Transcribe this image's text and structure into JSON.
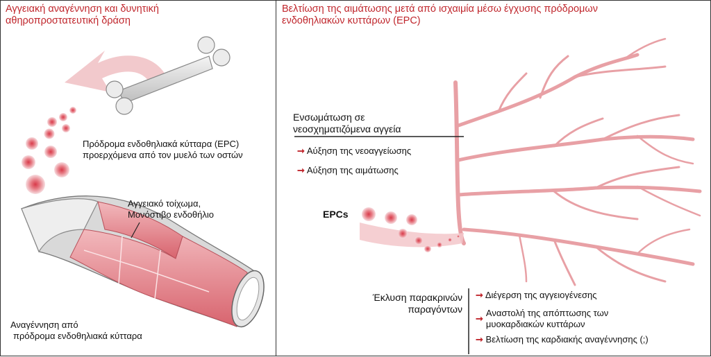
{
  "left": {
    "title_line1": "Αγγειακή αναγέννηση και δυνητική",
    "title_line2": "αθηροπροστατευτική δράση",
    "epc_line1": "Πρόδρομα ενδοθηλιακά κύτταρα (EPC)",
    "epc_line2": "προερχόμενα από τον μυελό των οστών",
    "wall_line1": "Αγγειακό τοίχωμα,",
    "wall_line2": "Μονόστιβο ενδοθήλιο",
    "regen_line1": "Αναγέννηση από",
    "regen_line2": "πρόδρομα ενδοθηλιακά κύτταρα"
  },
  "right": {
    "title_line1": "Βελτίωση της αιμάτωσης μετά από ισχαιμία μέσω έγχυσης πρόδρομων",
    "title_line2": "ενδοθηλιακών κυττάρων (EPC)",
    "incorp_line1": "Ενσωμάτωση σε",
    "incorp_line2": "νεοσχηματιζόμενα αγγεία",
    "incorp_items": [
      "Αύξηση της νεοαγγείωσης",
      "Αύξηση της αιμάτωσης"
    ],
    "epcs_label": "EPCs",
    "paracrine_line1": "Έκλυση παρακρινών",
    "paracrine_line2": "παραγόντων",
    "paracrine_items": [
      "Διέγερση της αγγειογένεσης",
      "Αναστολή της απόπτωσης των",
      "μυοκαρδιακών κυττάρων",
      "Βελτίωση της καρδιακής αναγέννησης (;)"
    ]
  },
  "colors": {
    "title_red": "#c0272d",
    "vessel_pink": "#e8888d",
    "cell_red": "#d94a55",
    "arrow_red": "#c0272d"
  }
}
